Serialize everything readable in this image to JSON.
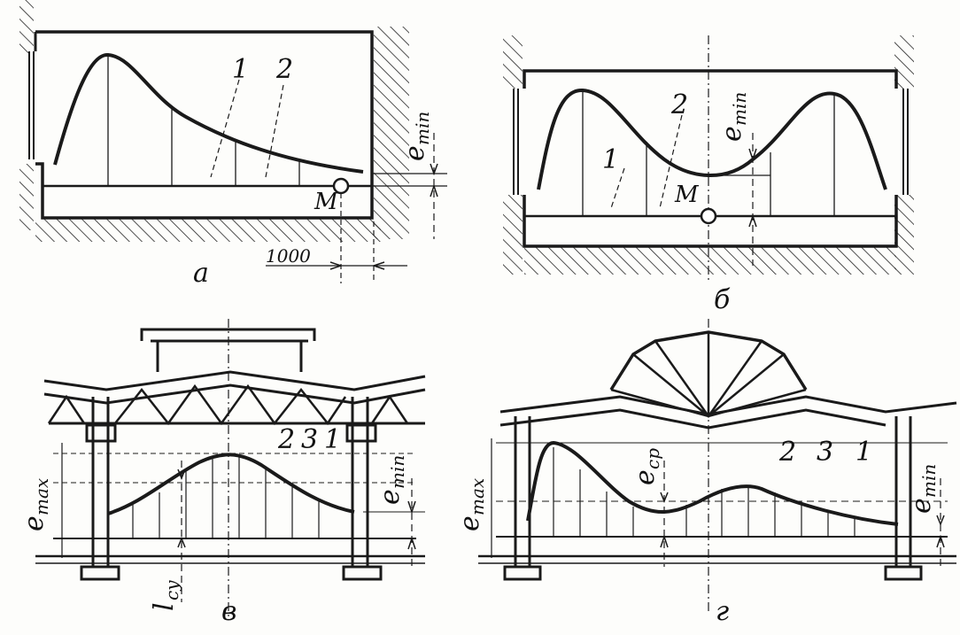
{
  "panels": {
    "a": {
      "caption": "а",
      "curve_labels": [
        "1",
        "2"
      ],
      "point_label": "M",
      "dimension_label": "e",
      "dimension_sub": "min",
      "offset_label": "1000"
    },
    "b": {
      "caption": "б",
      "curve_labels": [
        "1",
        "2"
      ],
      "point_label": "M",
      "dimension_label": "e",
      "dimension_sub": "min"
    },
    "v": {
      "caption": "в",
      "curve_labels": [
        "2",
        "3",
        "1"
      ],
      "max_label": "e",
      "max_sub": "max",
      "min_label": "e",
      "min_sub": "min",
      "length_label": "l",
      "length_sub": "су"
    },
    "g": {
      "caption": "г",
      "curve_labels": [
        "2",
        "3",
        "1"
      ],
      "max_label": "e",
      "max_sub": "max",
      "avg_label": "e",
      "avg_sub": "ср",
      "min_label": "e",
      "min_sub": "min"
    }
  },
  "colors": {
    "ink": "#1a1a1a",
    "paper": "#fdfdfb"
  }
}
